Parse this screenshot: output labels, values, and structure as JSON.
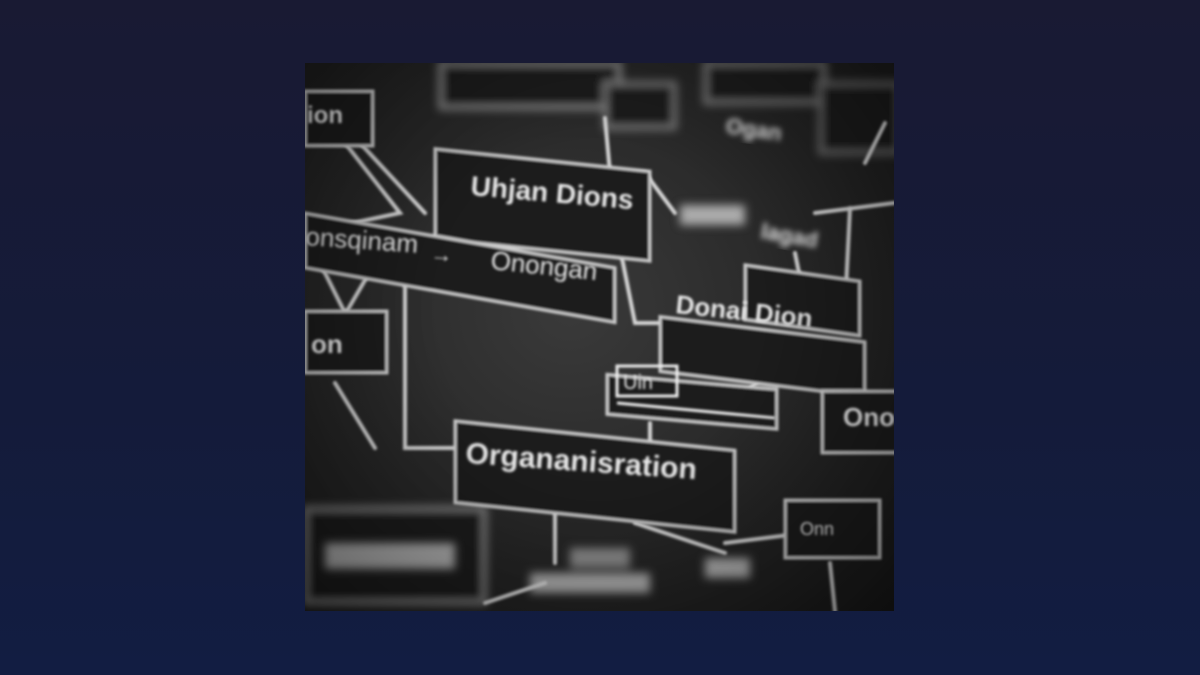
{
  "image": {
    "description_colors": {
      "background_top": "#191a33",
      "background_bottom": "#121d42",
      "photo_base": "#2a2a2a",
      "line": "#d8d8d8"
    },
    "labels": {
      "top_left": "ion",
      "top_center": "Uhjan Dions",
      "left_arrow_text": "onsqinam",
      "arrow_target": "Onongan",
      "mid_right": "Donai Dion",
      "small_box": "Uin",
      "left_box": "on",
      "center_big": "Organanisration",
      "right_box": "Ono",
      "bottom_right": "Onn",
      "top_right": "Ogan",
      "right_upper": "lagad"
    }
  }
}
